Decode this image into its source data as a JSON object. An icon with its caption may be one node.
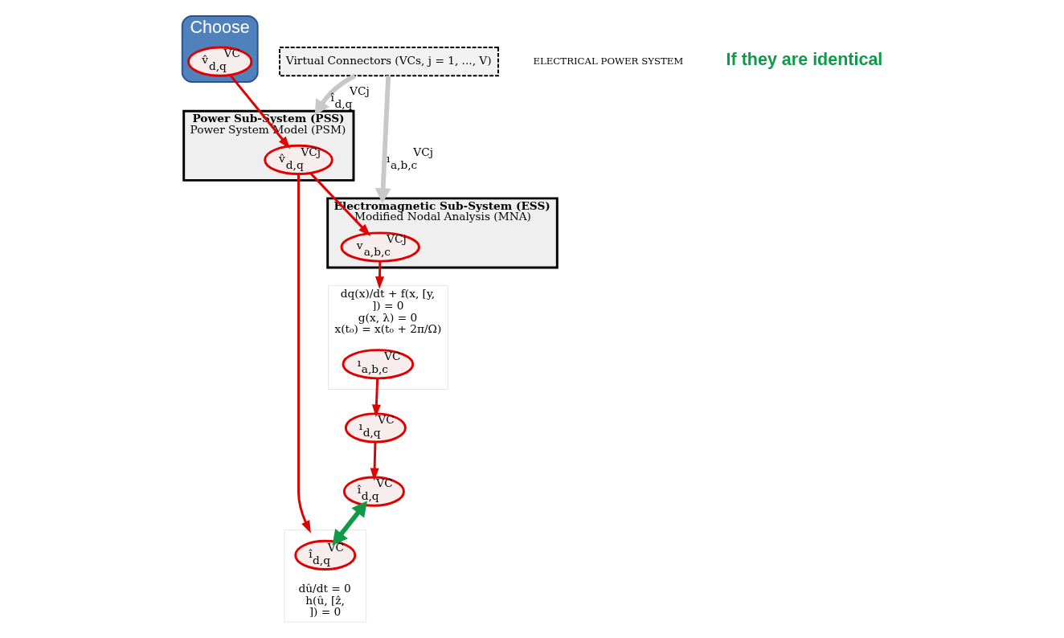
{
  "diagram": {
    "nodes": [
      {
        "text": [
          "Choose"
        ]
      },
      {
        "text": [
          "v̂$_{d,q}$$^{VC}$"
        ],
        "in": 0
      },
      {
        "text": [
          "Power Sub-System (PSS)",
          "Power System Model (PSM)"
        ]
      },
      {
        "text": [
          "v̂$_{d,q}$$^{VCj}$"
        ],
        "in": 2
      },
      {
        "text": [
          "Virtual Connectors (VCs, j = 1, ..., V)"
        ]
      },
      {
        "text": [
          "Electromagnetic Sub-System (ESS)",
          "Modified Nodal Analysis (MNA)"
        ]
      },
      {
        "text": [
          "v$_{a,b,c}$$^{VCj}$"
        ],
        "in": 5
      },
      {
        "text": [
          "dû/dt = 0",
          "h(û, [ẑ,",
          "]) = 0"
        ]
      },
      {
        "text": [
          "î$_{d,q}$$^{VC}$"
        ],
        "in": 7
      },
      {
        "text": [
          "dq(x)/dt + f(x, [y,",
          "]) = 0",
          "g(x, λ) = 0",
          "x(t₀) = x(t₀ + 2π/Ω)"
        ]
      },
      {
        "text": [
          "ı$_{a,b,c}$$^{VC}$"
        ],
        "in": 9
      },
      {
        "text": [
          "î$_{d,q}$$^{VC}$"
        ]
      },
      {
        "text": [
          "ı$_{d,q}$$^{VC}$"
        ]
      }
    ],
    "edges": [
      {
        "from": 1,
        "to": 3,
        "arrow": "to"
      },
      {
        "from": 3,
        "to": 6,
        "arrow": "to"
      },
      {
        "from": 4,
        "to": 2,
        "arrow": "to",
        "label": "î$_{d,q}$$^{VCj}$",
        "style": "thick",
        "color": "#c8c8c8"
      },
      {
        "from": 4,
        "to": 5,
        "arrow": "to",
        "label": "ı$_{a,b,c}$$^{VCj}$",
        "style": "thick",
        "color": "#c8c8c8"
      },
      {
        "from": 3,
        "to": 7,
        "arrow": "to"
      },
      {
        "from": 6,
        "to": 9,
        "arrow": "to"
      },
      {
        "from": 10,
        "to": 12,
        "arrow": "to"
      },
      {
        "from": 12,
        "to": 11,
        "arrow": "to"
      },
      {
        "from": 11,
        "to": 8,
        "arrow": "both",
        "style": "thick",
        "color": "#0f9a48"
      }
    ],
    "labels": [
      "ELECTRICAL POWER SYSTEM",
      "If they are identical"
    ]
  }
}
